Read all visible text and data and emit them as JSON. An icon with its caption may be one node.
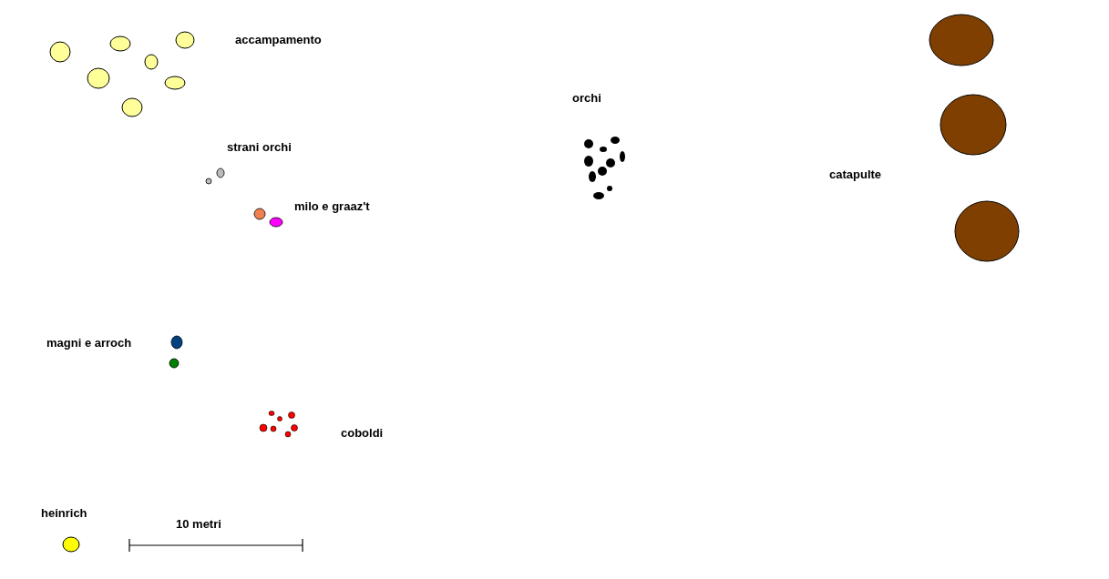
{
  "diagram": {
    "labels": [
      "accampamento",
      "orchi",
      "strani orchi",
      "catapulte",
      "milo e graaz't",
      "magni e arroch",
      "coboldi",
      "heinrich",
      "10 metri"
    ]
  }
}
